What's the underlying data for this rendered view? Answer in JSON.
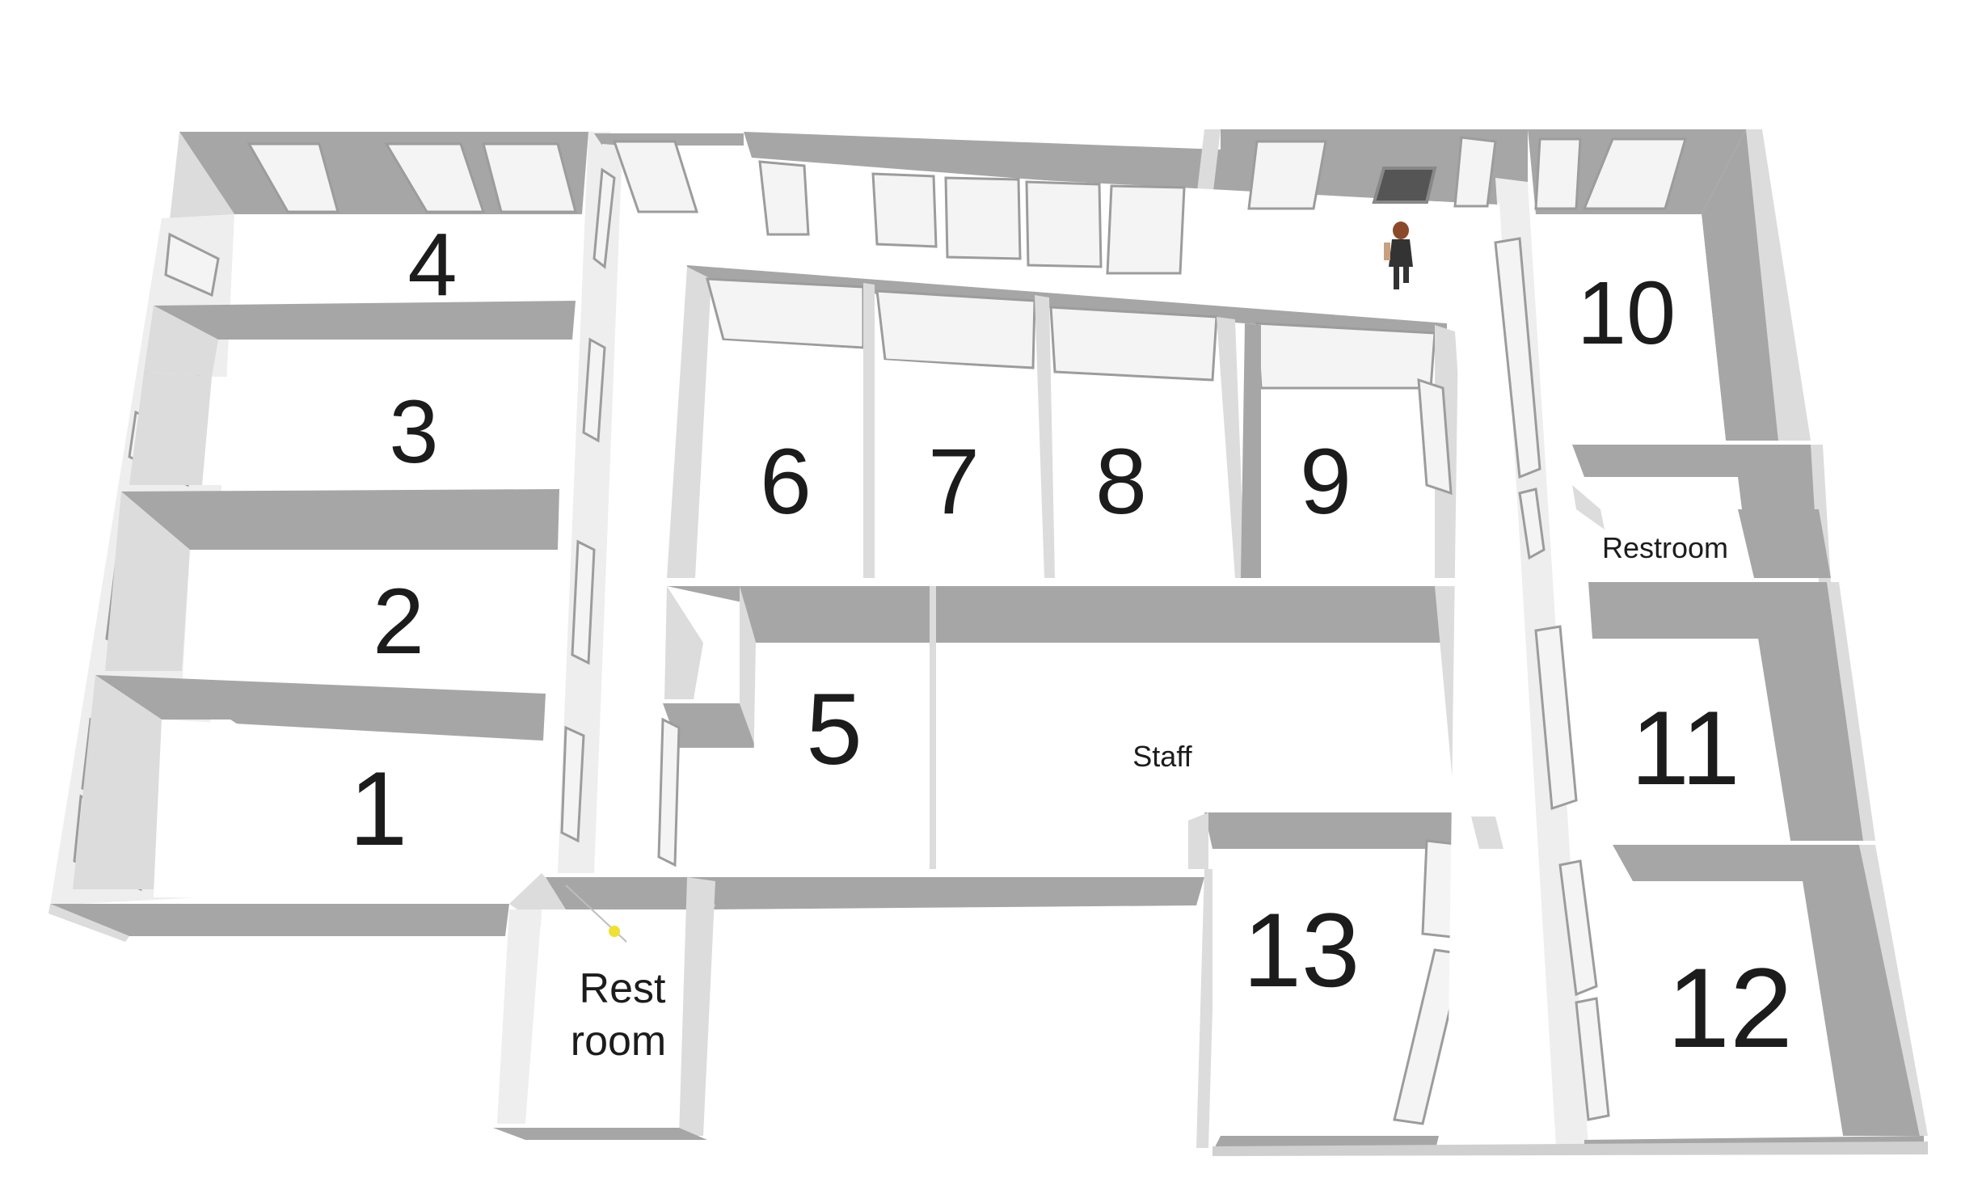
{
  "rooms": [
    {
      "id": "1",
      "label": "1"
    },
    {
      "id": "2",
      "label": "2"
    },
    {
      "id": "3",
      "label": "3"
    },
    {
      "id": "4",
      "label": "4"
    },
    {
      "id": "5",
      "label": "5"
    },
    {
      "id": "6",
      "label": "6"
    },
    {
      "id": "7",
      "label": "7"
    },
    {
      "id": "8",
      "label": "8"
    },
    {
      "id": "9",
      "label": "9"
    },
    {
      "id": "10",
      "label": "10"
    },
    {
      "id": "11",
      "label": "11"
    },
    {
      "id": "12",
      "label": "12"
    },
    {
      "id": "13",
      "label": "13"
    }
  ],
  "labels": {
    "staff": "Staff",
    "restroom_east": "Restroom",
    "restroom_south_line1": "Rest",
    "restroom_south_line2": "room"
  },
  "colors": {
    "wall_top": "#a6a6a6",
    "wall_side": "#dedede",
    "floor": "#ffffff",
    "window_frame": "#9c9c9c",
    "text": "#1c1c1c",
    "figure_hair": "#8a4a2a",
    "figure_body": "#333333"
  }
}
